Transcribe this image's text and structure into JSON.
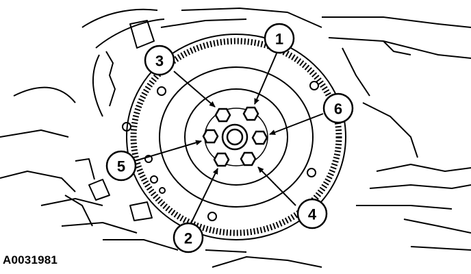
{
  "figure_id": "A0031981",
  "callouts": [
    {
      "label": "1",
      "points_to": "bolt-top-right"
    },
    {
      "label": "2",
      "points_to": "bolt-bottom-left"
    },
    {
      "label": "3",
      "points_to": "bolt-top-left"
    },
    {
      "label": "4",
      "points_to": "bolt-bottom-right"
    },
    {
      "label": "5",
      "points_to": "bolt-left"
    },
    {
      "label": "6",
      "points_to": "bolt-right"
    }
  ]
}
